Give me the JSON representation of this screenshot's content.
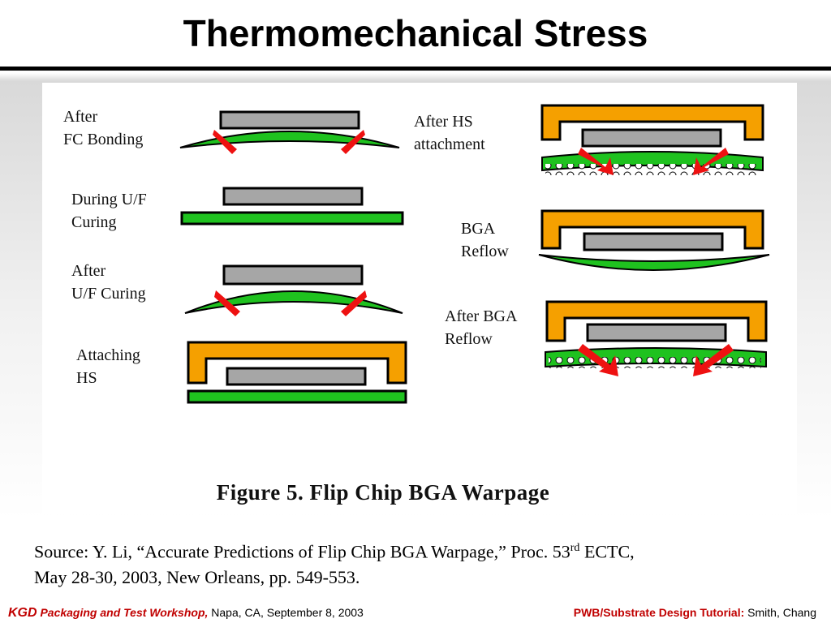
{
  "title": "Thermomechanical Stress",
  "figure": {
    "caption": "Figure 5. Flip Chip BGA Warpage",
    "labels": {
      "after_fc_bonding": "After\nFC Bonding",
      "during_uf_curing": "During U/F\nCuring",
      "after_uf_curing": "After\nU/F Curing",
      "attaching_hs": "Attaching\nHS",
      "after_hs_attachment": "After HS\nattachment",
      "bga_reflow": "BGA\nReflow",
      "after_bga_reflow": "After BGA\nReflow"
    },
    "colors": {
      "substrate": "#1fc21f",
      "die": "#a6a6a6",
      "heat_spreader": "#f5a000",
      "stress_arrow": "#ee1111",
      "outline": "#000000"
    }
  },
  "source": {
    "prefix": "Source: Y. Li, “Accurate Predictions of Flip Chip BGA Warpage,” Proc. 53",
    "superscript": "rd",
    "suffix": " ECTC,",
    "line2": "May 28-30, 2003, New Orleans, pp. 549-553."
  },
  "footer": {
    "kgd": "KGD",
    "workshop": " Packaging and Test Workshop,",
    "location": " Napa, CA, September 8, 2003",
    "tutorial": "PWB/Substrate Design Tutorial:",
    "authors": " Smith, Chang"
  }
}
